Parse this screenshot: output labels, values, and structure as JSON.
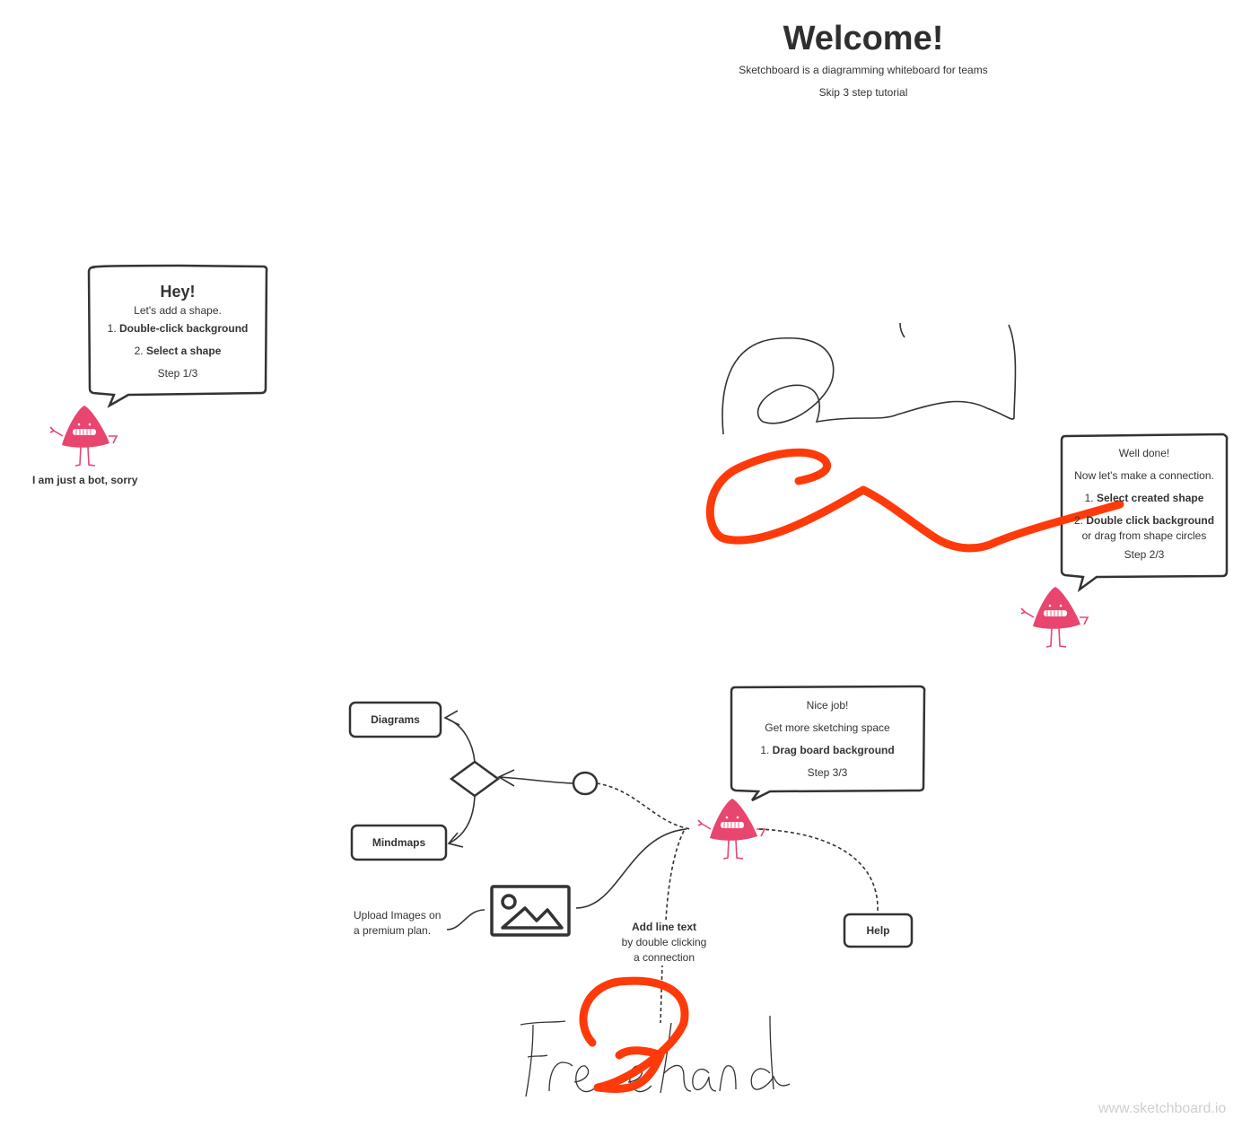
{
  "welcome": {
    "title": "Welcome!",
    "subtitle": "Sketchboard is a diagramming whiteboard for teams",
    "skip_link": "Skip 3 step tutorial"
  },
  "bubble1": {
    "heading": "Hey!",
    "intro": "Let's add a shape.",
    "step1_num": "1.",
    "step1": "Double-click background",
    "step2_num": "2.",
    "step2": "Select a shape",
    "progress": "Step 1/3"
  },
  "bot1_caption": "I am just a bot, sorry",
  "bubble2": {
    "line1": "Well done!",
    "line2": "Now let's make a connection.",
    "step1_num": "1.",
    "step1": "Select created shape",
    "step2_num": "2.",
    "step2": "Double click background",
    "step2_sub": "or drag from shape circles",
    "progress": "Step 2/3"
  },
  "bubble3": {
    "line1": "Nice job!",
    "line2": "Get more sketching space",
    "step1_num": "1.",
    "step1": "Drag board background",
    "progress": "Step 3/3"
  },
  "nodes": {
    "diagrams": "Diagrams",
    "mindmaps": "Mindmaps",
    "help": "Help"
  },
  "upload_caption": {
    "line1": "Upload Images on",
    "line2": "a premium plan."
  },
  "line_text_caption": {
    "line1": "Add line text",
    "line2": "by double clicking",
    "line3": "a connection"
  },
  "freehand_text": "Freehand",
  "watermark": "www.sketchboard.io",
  "colors": {
    "ink": "#333333",
    "bot_pink": "#e8456f",
    "marker_red": "#ff3a0a",
    "watermark_gray": "#cfcfcf"
  },
  "icons": [
    "bot-mascot-icon",
    "image-icon",
    "diamond-shape",
    "circle-shape"
  ]
}
